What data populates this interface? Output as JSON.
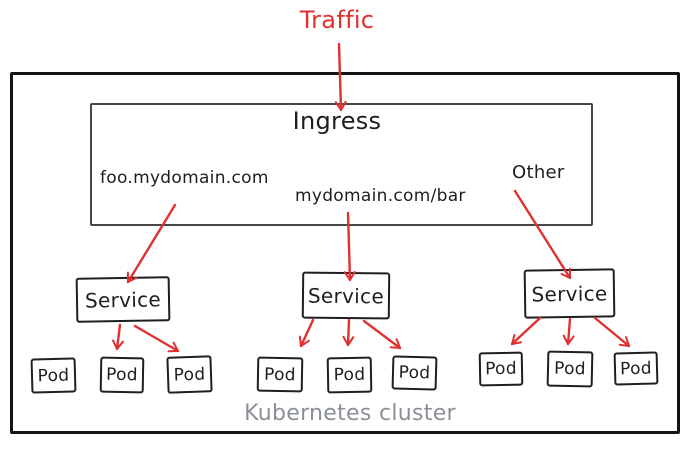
{
  "traffic": {
    "label": "Traffic"
  },
  "cluster": {
    "label": "Kubernetes cluster"
  },
  "ingress": {
    "title": "Ingress",
    "rules": [
      {
        "label": "foo.mydomain.com"
      },
      {
        "label": "mydomain.com/bar"
      },
      {
        "label": "Other"
      }
    ]
  },
  "services": [
    {
      "label": "Service",
      "pods": [
        "Pod",
        "Pod",
        "Pod"
      ]
    },
    {
      "label": "Service",
      "pods": [
        "Pod",
        "Pod",
        "Pod"
      ]
    },
    {
      "label": "Service",
      "pods": [
        "Pod",
        "Pod",
        "Pod"
      ]
    }
  ],
  "edges": [
    {
      "from": "traffic",
      "to": "ingress"
    },
    {
      "from": "ingress-rule:foo.mydomain.com",
      "to": "service-1"
    },
    {
      "from": "ingress-rule:mydomain.com/bar",
      "to": "service-2"
    },
    {
      "from": "ingress-rule:Other",
      "to": "service-3"
    },
    {
      "from": "service-1",
      "to": "service-1-pod-2"
    },
    {
      "from": "service-1",
      "to": "service-1-pod-3"
    },
    {
      "from": "service-2",
      "to": "service-2-pod-1"
    },
    {
      "from": "service-2",
      "to": "service-2-pod-2"
    },
    {
      "from": "service-2",
      "to": "service-2-pod-3"
    },
    {
      "from": "service-3",
      "to": "service-3-pod-1"
    },
    {
      "from": "service-3",
      "to": "service-3-pod-2"
    },
    {
      "from": "service-3",
      "to": "service-3-pod-3"
    }
  ],
  "colors": {
    "arrow_red": "#e03131",
    "ink_black": "#1e1e1e",
    "muted_gray": "#8a9096",
    "background": "#ffffff"
  }
}
